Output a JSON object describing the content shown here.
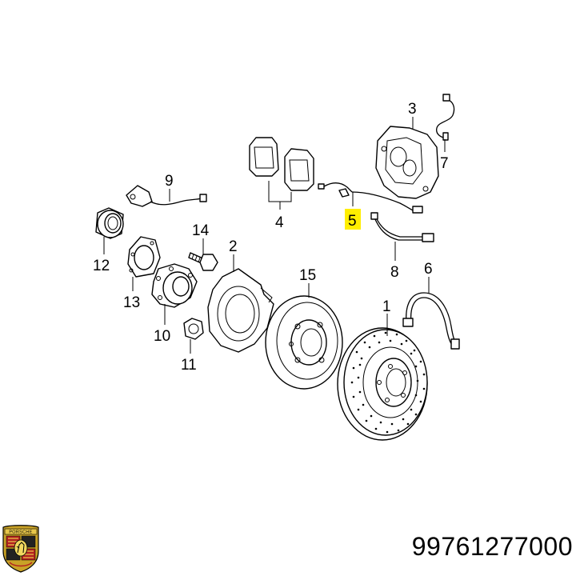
{
  "callouts": {
    "c1": "1",
    "c2": "2",
    "c3": "3",
    "c4": "4",
    "c5": "5",
    "c6": "6",
    "c7": "7",
    "c8": "8",
    "c9": "9",
    "c10": "10",
    "c11": "11",
    "c12": "12",
    "c13": "13",
    "c14": "14",
    "c15": "15"
  },
  "highlighted_callout": "5",
  "highlight_color": "#ffee00",
  "part_number": "99761277000",
  "logo": {
    "name": "porsche-crest-logo",
    "wordmark": "PORSCHE"
  }
}
